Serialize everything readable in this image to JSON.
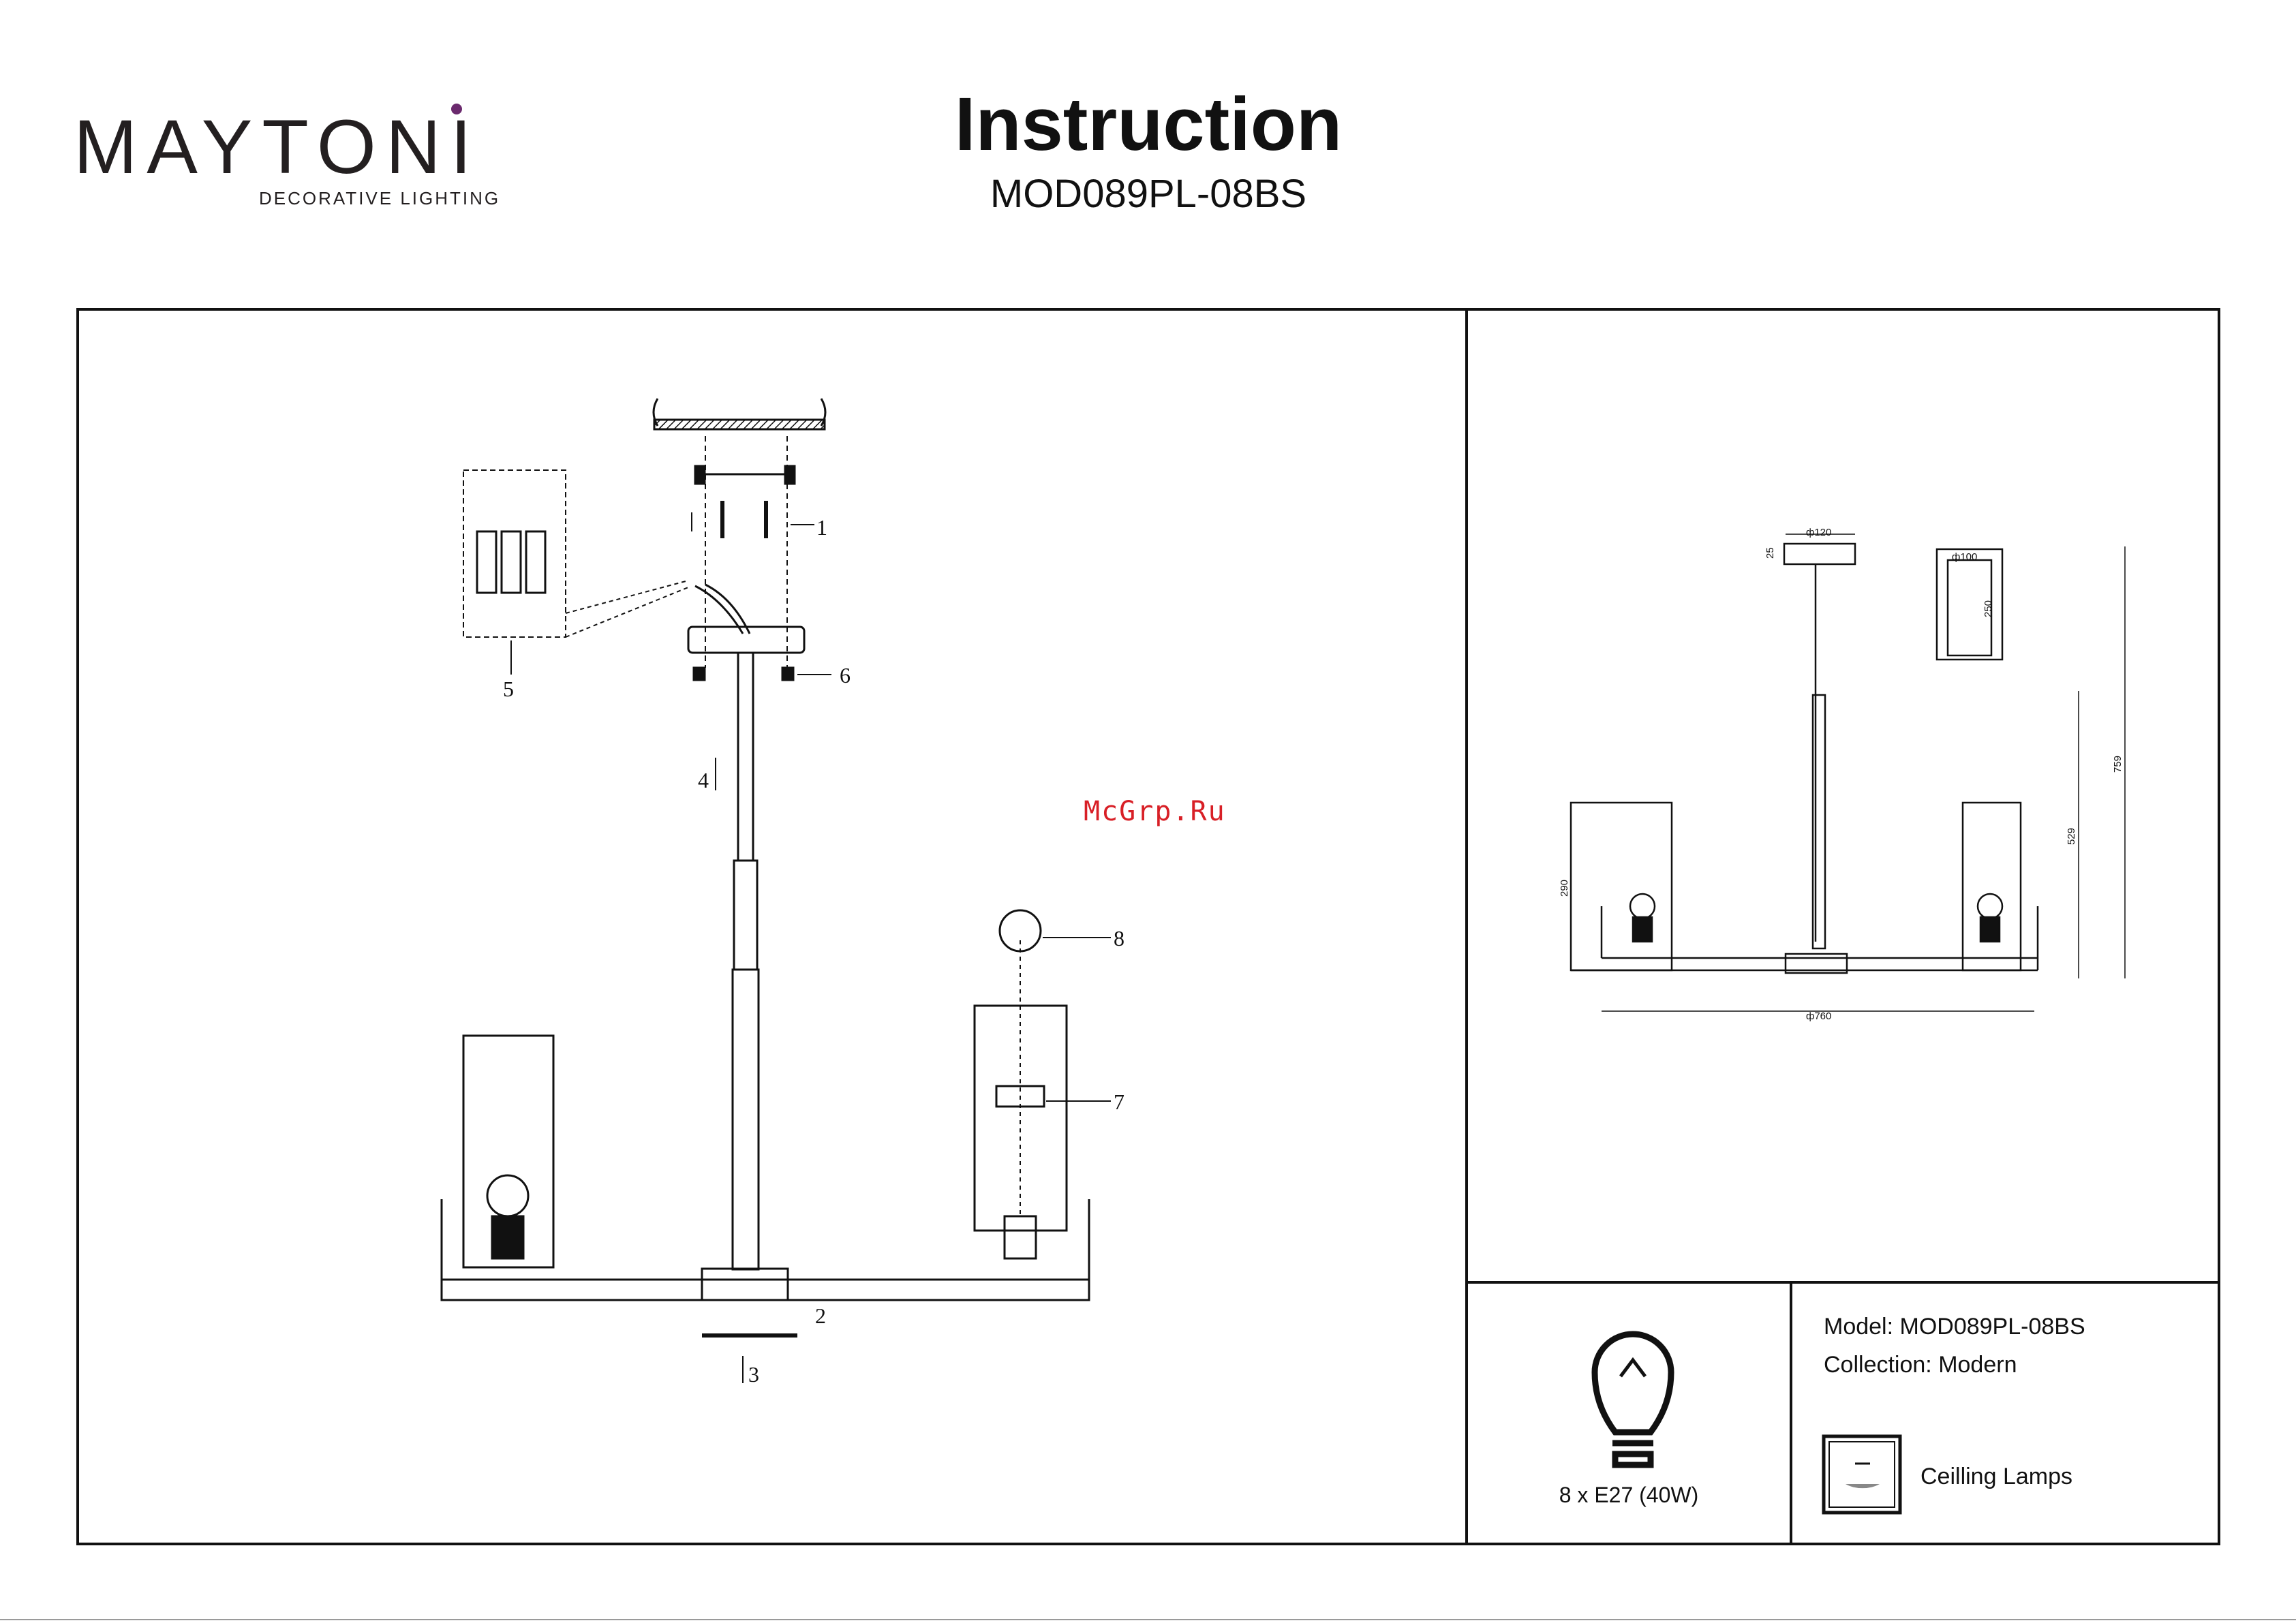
{
  "header": {
    "brand": "MAYTONI",
    "brand_tagline": "DECORATIVE LIGHTING",
    "title": "Instruction",
    "model_code": "MOD089PL-08BS"
  },
  "watermark": "McGrp.Ru",
  "assembly": {
    "callouts": [
      "1",
      "2",
      "3",
      "4",
      "5",
      "6",
      "7",
      "8"
    ]
  },
  "dimensions": {
    "canopy_diameter": "ф120",
    "canopy_height": "25",
    "shade_diameter": "ф100",
    "shade_height": "250",
    "total_height": "759",
    "body_height": "529",
    "lamp_height": "290",
    "overall_diameter": "ф760"
  },
  "specs": {
    "bulb": "8 x E27 (40W)",
    "model_line": "Model: MOD089PL-08BS",
    "collection_line": "Collection: Modern",
    "category": "Ceilling Lamps"
  },
  "colors": {
    "brand_accent": "#6b2a6e",
    "watermark": "#d81f26",
    "line": "#111111"
  }
}
